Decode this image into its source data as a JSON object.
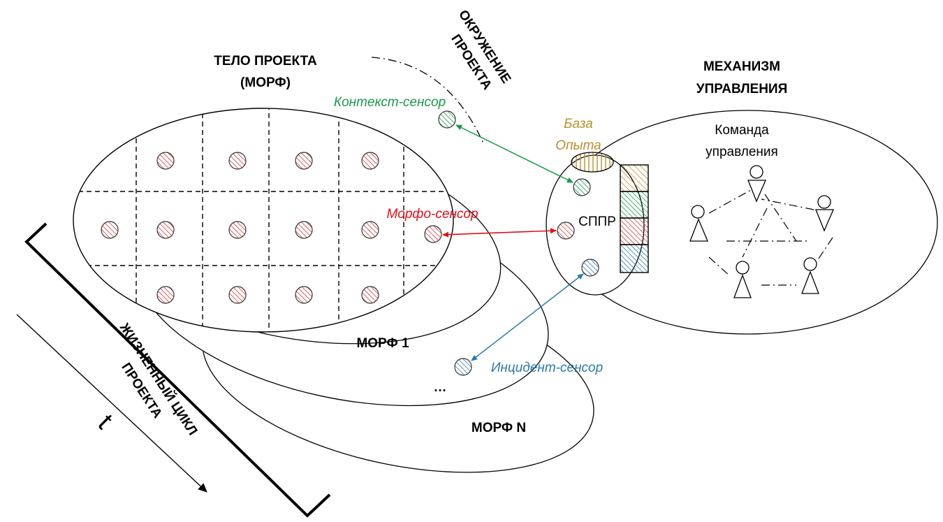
{
  "labels": {
    "body_title_1": "ТЕЛО ПРОЕКТА",
    "body_title_2": "(МОРФ)",
    "env_1": "ОКРУЖЕНИЕ",
    "env_2": "ПРОЕКТА",
    "mech_1": "МЕХАНИЗМ",
    "mech_2": "УПРАВЛЕНИЯ",
    "team_1": "Команда",
    "team_2": "управления",
    "kb_1": "База",
    "kb_2": "Опыта",
    "dss": "СППР",
    "context_sensor": "Контекст-сенсор",
    "morpho_sensor": "Морфо-сенсор",
    "incident_sensor": "Инцидент-сенсор",
    "morph1": "МОРФ 1",
    "ellipsis": "…",
    "morphN": "МОРФ N",
    "lifecycle_1": "ЖИЗНЕННЫЙ ЦИКЛ",
    "lifecycle_2": "ПРОЕКТА",
    "t": "t"
  },
  "colors": {
    "context": "#1a9a4a",
    "morpho": "#e0101a",
    "incident": "#2a7aa8",
    "kb": "#b8902a",
    "cell_dot": "#c0392b"
  }
}
